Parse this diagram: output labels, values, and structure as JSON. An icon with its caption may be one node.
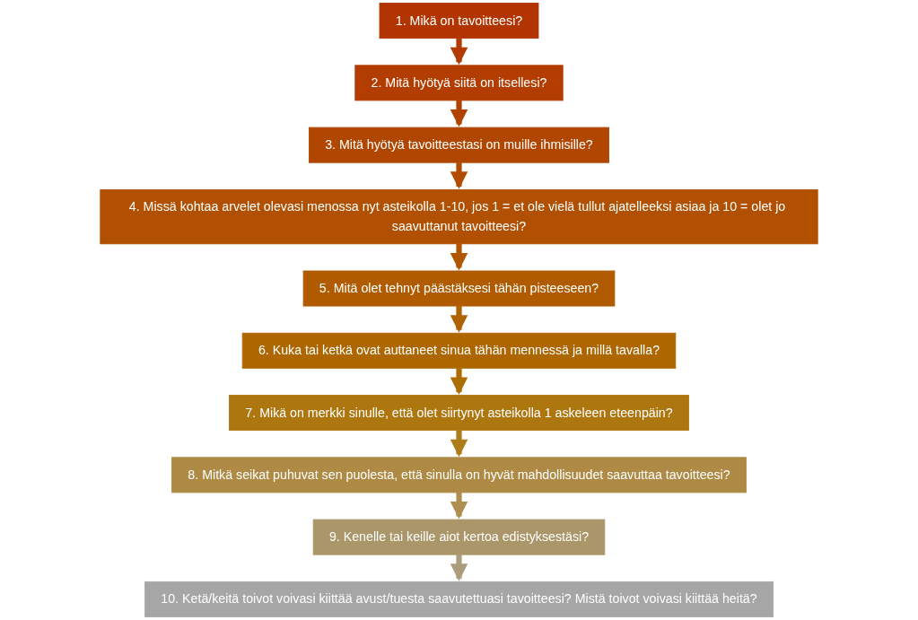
{
  "diagram": {
    "nodes": [
      {
        "text": [
          "1. Mikä on tavoitteesi?"
        ]
      },
      {
        "text": [
          "2. Mitä hyötyä siitä on itsellesi?"
        ]
      },
      {
        "text": [
          "3. Mitä hyötyä tavoitteestasi on muille ihmisille?"
        ]
      },
      {
        "text": [
          "4. Missä kohtaa arvelet olevasi menossa nyt asteikolla 1-10, jos 1 = et ole vielä tullut ajatelleeksi asiaa ja 10 = olet jo saavuttanut tavoitteesi?"
        ]
      },
      {
        "text": [
          "5. Mitä olet tehnyt päästäksesi tähän pisteeseen?"
        ]
      },
      {
        "text": [
          "6. Kuka tai ketkä ovat auttaneet sinua tähän mennessä ja millä tavalla?"
        ]
      },
      {
        "text": [
          "7. Mikä on merkki sinulle, että olet siirtynyt asteikolla 1 askeleen eteenpäin?"
        ]
      },
      {
        "text": [
          "8. Mitkä seikat puhuvat sen puolesta, että sinulla on hyvät mahdollisuudet saavuttaa tavoitteesi?"
        ]
      },
      {
        "text": [
          "9. Kenelle tai keille aiot kertoa edistyksestäsi?"
        ]
      },
      {
        "text": [
          "10. Ketä/keitä toivot voivasi kiittää avust/tuesta saavutettuasi tavoitteesi? Mistä toivot voivasi kiittää heitä?"
        ]
      }
    ],
    "edges": [
      {
        "from": 0,
        "to": 1,
        "arrow": "to",
        "color": "#b33a00"
      },
      {
        "from": 1,
        "to": 2,
        "arrow": "to",
        "color": "#b24200"
      },
      {
        "from": 2,
        "to": 3,
        "arrow": "to",
        "color": "#b04b00"
      },
      {
        "from": 3,
        "to": 4,
        "arrow": "to",
        "color": "#b05600"
      },
      {
        "from": 4,
        "to": 5,
        "arrow": "to",
        "color": "#b06100"
      },
      {
        "from": 5,
        "to": 6,
        "arrow": "to",
        "color": "#ad6d00"
      },
      {
        "from": 6,
        "to": 7,
        "arrow": "to",
        "color": "#ad7d1a"
      },
      {
        "from": 7,
        "to": 8,
        "arrow": "to",
        "color": "#ae8f50"
      },
      {
        "from": 8,
        "to": 9,
        "arrow": "to",
        "color": "#aa9c7c"
      }
    ]
  }
}
